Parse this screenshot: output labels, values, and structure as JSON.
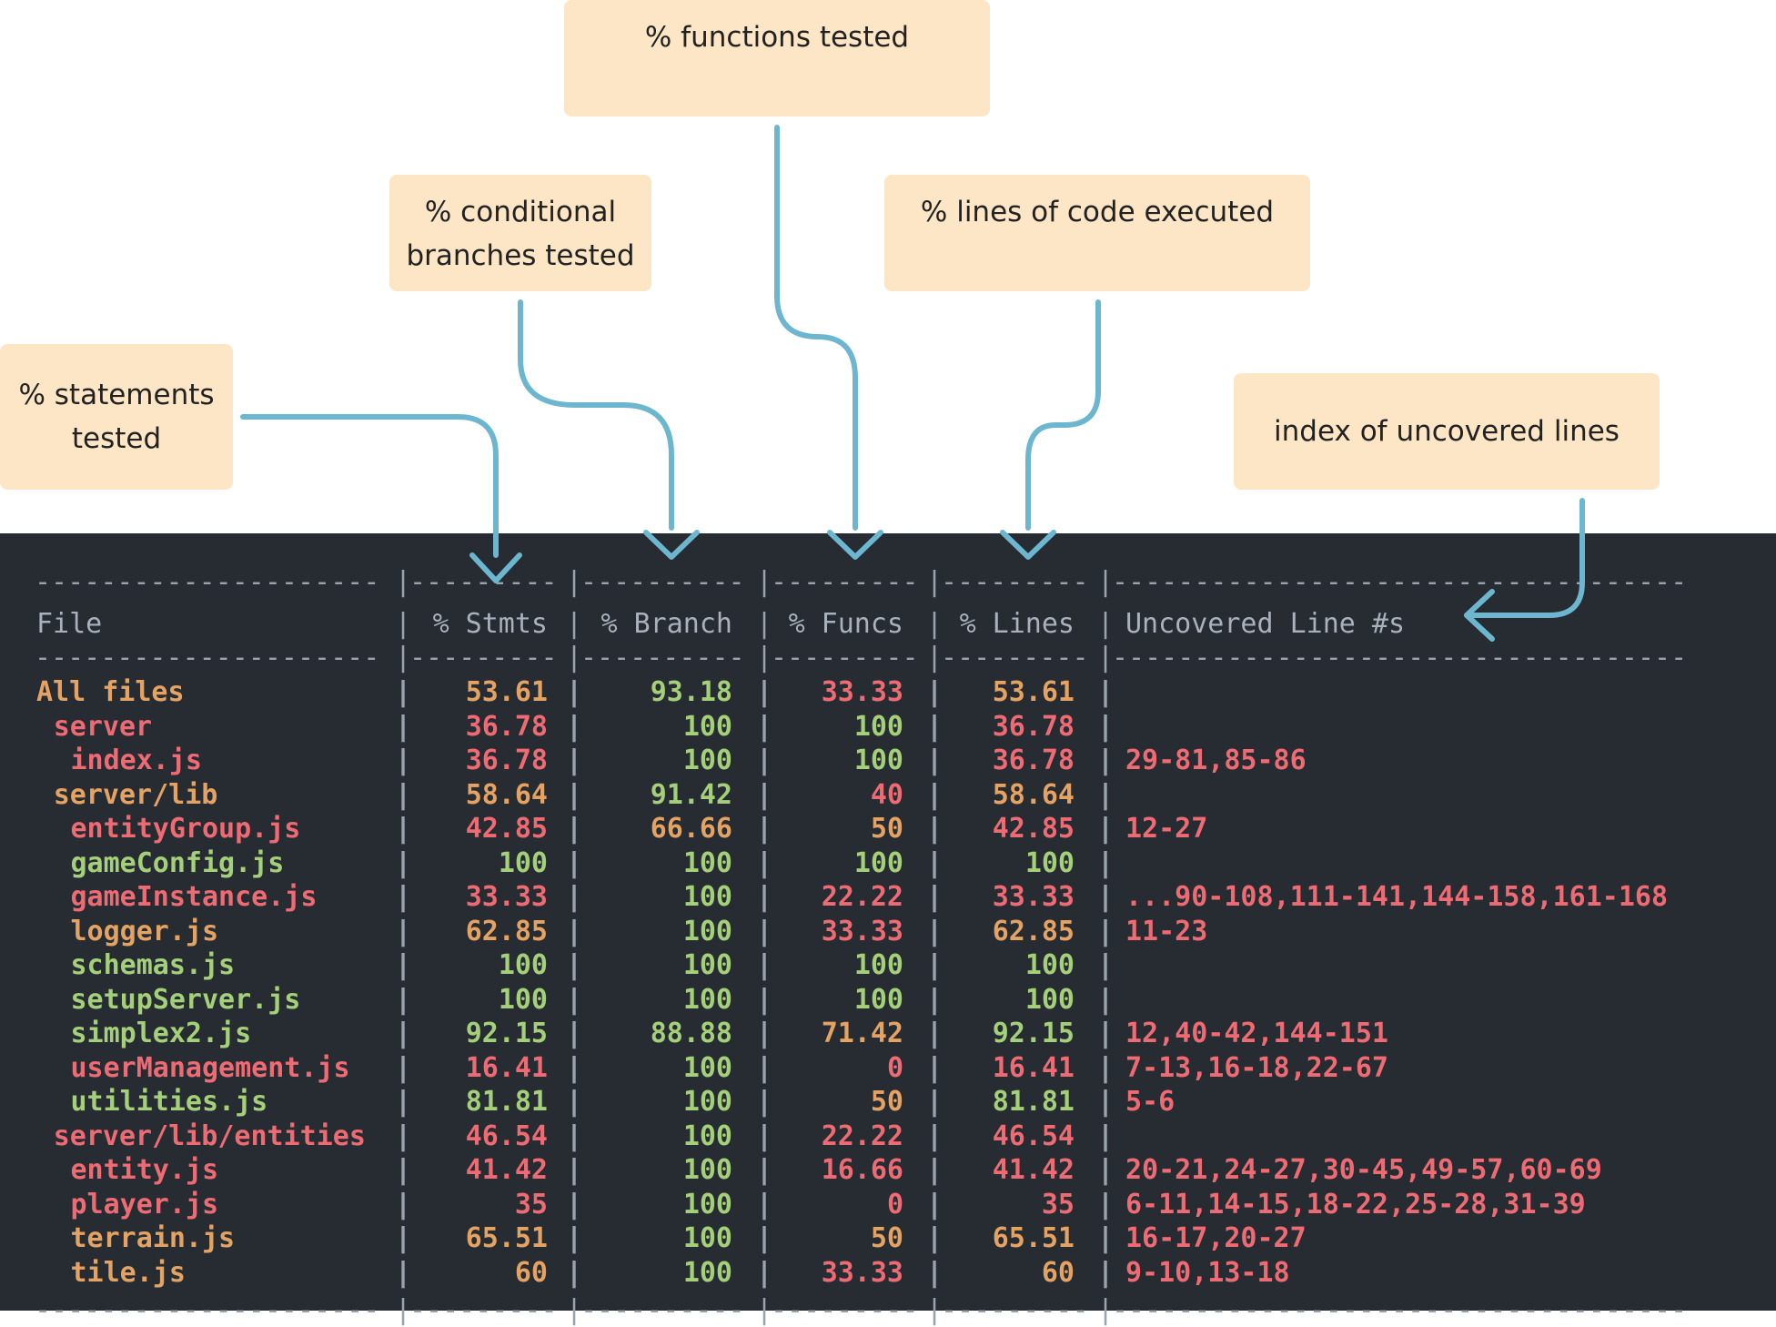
{
  "callouts": {
    "functions": "% functions tested",
    "branches": [
      "% conditional",
      "branches tested"
    ],
    "lines": "% lines of code executed",
    "statements": [
      "% statements",
      "tested"
    ],
    "uncovered": "index of uncovered lines"
  },
  "table": {
    "headers": [
      "File",
      "% Stmts",
      "% Branch",
      "% Funcs",
      "% Lines",
      "Uncovered Line #s"
    ],
    "rows": [
      {
        "file": "All files",
        "indent": 0,
        "color": "orange",
        "stmts": "53.61",
        "stmts_c": "orange",
        "branch": "93.18",
        "branch_c": "green",
        "funcs": "33.33",
        "funcs_c": "red",
        "lines": "53.61",
        "lines_c": "orange",
        "uncovered": ""
      },
      {
        "file": "server",
        "indent": 1,
        "color": "red",
        "stmts": "36.78",
        "stmts_c": "red",
        "branch": "100",
        "branch_c": "green",
        "funcs": "100",
        "funcs_c": "green",
        "lines": "36.78",
        "lines_c": "red",
        "uncovered": ""
      },
      {
        "file": "index.js",
        "indent": 2,
        "color": "red",
        "stmts": "36.78",
        "stmts_c": "red",
        "branch": "100",
        "branch_c": "green",
        "funcs": "100",
        "funcs_c": "green",
        "lines": "36.78",
        "lines_c": "red",
        "uncovered": "29-81,85-86"
      },
      {
        "file": "server/lib",
        "indent": 1,
        "color": "orange",
        "stmts": "58.64",
        "stmts_c": "orange",
        "branch": "91.42",
        "branch_c": "green",
        "funcs": "40",
        "funcs_c": "red",
        "lines": "58.64",
        "lines_c": "orange",
        "uncovered": ""
      },
      {
        "file": "entityGroup.js",
        "indent": 2,
        "color": "red",
        "stmts": "42.85",
        "stmts_c": "red",
        "branch": "66.66",
        "branch_c": "orange",
        "funcs": "50",
        "funcs_c": "orange",
        "lines": "42.85",
        "lines_c": "red",
        "uncovered": "12-27"
      },
      {
        "file": "gameConfig.js",
        "indent": 2,
        "color": "green",
        "stmts": "100",
        "stmts_c": "green",
        "branch": "100",
        "branch_c": "green",
        "funcs": "100",
        "funcs_c": "green",
        "lines": "100",
        "lines_c": "green",
        "uncovered": ""
      },
      {
        "file": "gameInstance.js",
        "indent": 2,
        "color": "red",
        "stmts": "33.33",
        "stmts_c": "red",
        "branch": "100",
        "branch_c": "green",
        "funcs": "22.22",
        "funcs_c": "red",
        "lines": "33.33",
        "lines_c": "red",
        "uncovered": "...90-108,111-141,144-158,161-168"
      },
      {
        "file": "logger.js",
        "indent": 2,
        "color": "orange",
        "stmts": "62.85",
        "stmts_c": "orange",
        "branch": "100",
        "branch_c": "green",
        "funcs": "33.33",
        "funcs_c": "red",
        "lines": "62.85",
        "lines_c": "orange",
        "uncovered": "11-23"
      },
      {
        "file": "schemas.js",
        "indent": 2,
        "color": "green",
        "stmts": "100",
        "stmts_c": "green",
        "branch": "100",
        "branch_c": "green",
        "funcs": "100",
        "funcs_c": "green",
        "lines": "100",
        "lines_c": "green",
        "uncovered": ""
      },
      {
        "file": "setupServer.js",
        "indent": 2,
        "color": "green",
        "stmts": "100",
        "stmts_c": "green",
        "branch": "100",
        "branch_c": "green",
        "funcs": "100",
        "funcs_c": "green",
        "lines": "100",
        "lines_c": "green",
        "uncovered": ""
      },
      {
        "file": "simplex2.js",
        "indent": 2,
        "color": "green",
        "stmts": "92.15",
        "stmts_c": "green",
        "branch": "88.88",
        "branch_c": "green",
        "funcs": "71.42",
        "funcs_c": "orange",
        "lines": "92.15",
        "lines_c": "green",
        "uncovered": "12,40-42,144-151"
      },
      {
        "file": "userManagement.js",
        "indent": 2,
        "color": "red",
        "stmts": "16.41",
        "stmts_c": "red",
        "branch": "100",
        "branch_c": "green",
        "funcs": "0",
        "funcs_c": "red",
        "lines": "16.41",
        "lines_c": "red",
        "uncovered": "7-13,16-18,22-67"
      },
      {
        "file": "utilities.js",
        "indent": 2,
        "color": "green",
        "stmts": "81.81",
        "stmts_c": "green",
        "branch": "100",
        "branch_c": "green",
        "funcs": "50",
        "funcs_c": "orange",
        "lines": "81.81",
        "lines_c": "green",
        "uncovered": "5-6"
      },
      {
        "file": "server/lib/entities",
        "indent": 1,
        "color": "red",
        "stmts": "46.54",
        "stmts_c": "red",
        "branch": "100",
        "branch_c": "green",
        "funcs": "22.22",
        "funcs_c": "red",
        "lines": "46.54",
        "lines_c": "red",
        "uncovered": ""
      },
      {
        "file": "entity.js",
        "indent": 2,
        "color": "red",
        "stmts": "41.42",
        "stmts_c": "red",
        "branch": "100",
        "branch_c": "green",
        "funcs": "16.66",
        "funcs_c": "red",
        "lines": "41.42",
        "lines_c": "red",
        "uncovered": "20-21,24-27,30-45,49-57,60-69"
      },
      {
        "file": "player.js",
        "indent": 2,
        "color": "red",
        "stmts": "35",
        "stmts_c": "red",
        "branch": "100",
        "branch_c": "green",
        "funcs": "0",
        "funcs_c": "red",
        "lines": "35",
        "lines_c": "red",
        "uncovered": "6-11,14-15,18-22,25-28,31-39"
      },
      {
        "file": "terrain.js",
        "indent": 2,
        "color": "orange",
        "stmts": "65.51",
        "stmts_c": "orange",
        "branch": "100",
        "branch_c": "green",
        "funcs": "50",
        "funcs_c": "orange",
        "lines": "65.51",
        "lines_c": "orange",
        "uncovered": "16-17,20-27"
      },
      {
        "file": "tile.js",
        "indent": 2,
        "color": "orange",
        "stmts": "60",
        "stmts_c": "orange",
        "branch": "100",
        "branch_c": "green",
        "funcs": "33.33",
        "funcs_c": "red",
        "lines": "60",
        "lines_c": "orange",
        "uncovered": "9-10,13-18"
      }
    ]
  },
  "colors": {
    "green": "#a5d07a",
    "red": "#ee6b74",
    "orange": "#e5a363",
    "callout_bg": "#fde6c5",
    "arrow": "#6cb6cf",
    "terminal_bg": "#272b32"
  }
}
